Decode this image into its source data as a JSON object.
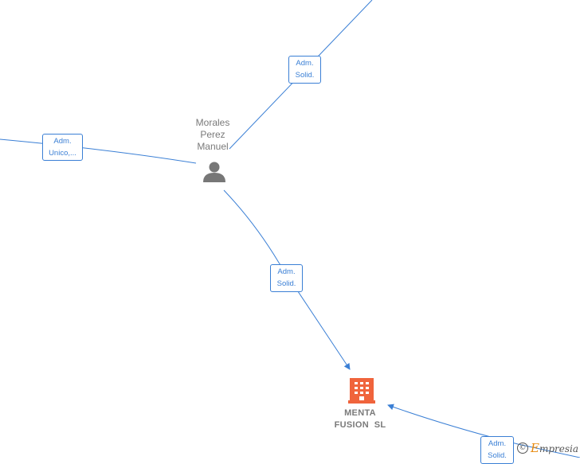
{
  "person": {
    "name_lines": [
      "Morales",
      "Perez",
      "Manuel"
    ],
    "icon": "person-icon"
  },
  "company": {
    "name_lines": [
      "MENTA",
      "FUSION  SL"
    ],
    "icon": "building-icon"
  },
  "relations": [
    {
      "id": "top",
      "lines": [
        "Adm.",
        "Solid."
      ]
    },
    {
      "id": "left",
      "lines": [
        "Adm.",
        "Unico,..."
      ]
    },
    {
      "id": "middle",
      "lines": [
        "Adm.",
        "Solid."
      ]
    },
    {
      "id": "bottom",
      "lines": [
        "Adm.",
        "Solid."
      ]
    }
  ],
  "watermark": {
    "symbol": "©",
    "brand_first": "E",
    "brand_rest": "mpresia"
  },
  "colors": {
    "edge": "#3a7fd5",
    "company_icon": "#f0643c",
    "person_icon": "#777777",
    "brand": "#e8890c"
  }
}
